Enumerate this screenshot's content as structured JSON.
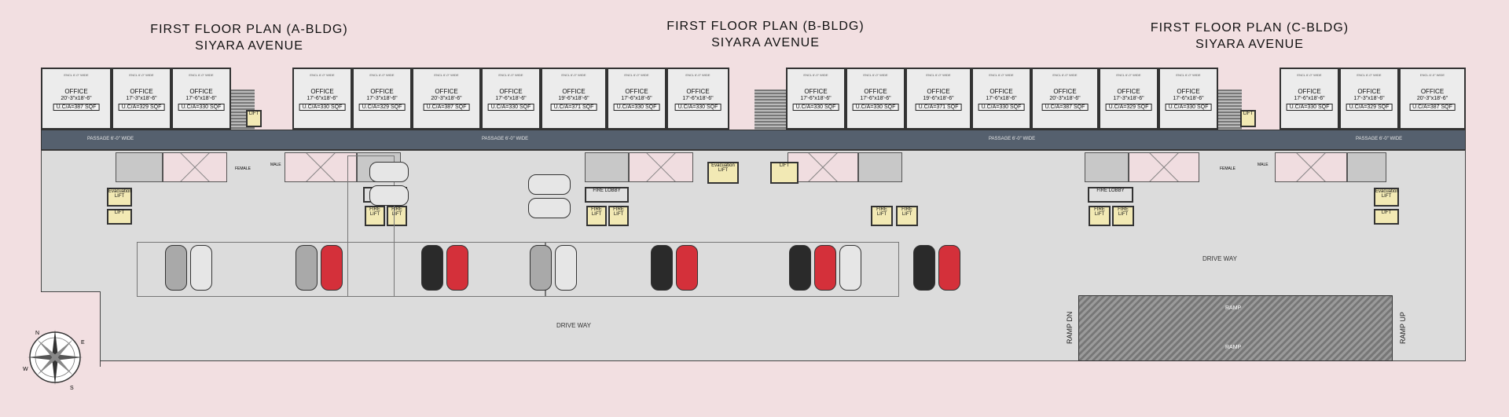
{
  "titles": [
    {
      "line1": "FIRST  FLOOR  PLAN  (A-BLDG)",
      "line2": "SIYARA AVENUE"
    },
    {
      "line1": "FIRST  FLOOR  PLAN  (B-BLDG)",
      "line2": "SIYARA AVENUE"
    },
    {
      "line1": "FIRST  FLOOR  PLAN  (C-BLDG)",
      "line2": "SIYARA AVENUE"
    }
  ],
  "offices": [
    {
      "dim": "ENCL 6'-0\" WIDE",
      "name": "OFFICE",
      "size": "20'-3\"x18'-6\"",
      "area": "U.C/A=387 SQF"
    },
    {
      "dim": "ENCL 6'-0\" WIDE",
      "name": "OFFICE",
      "size": "17'-3\"x18'-6\"",
      "area": "U.C/A=329 SQF"
    },
    {
      "dim": "ENCL 6'-0\" WIDE",
      "name": "OFFICE",
      "size": "17'-6\"x18'-6\"",
      "area": "U.C/A=330 SQF"
    },
    {
      "dim": "ENCL 6'-0\" WIDE",
      "name": "OFFICE",
      "size": "17'-6\"x18'-6\"",
      "area": "U.C/A=330 SQF"
    },
    {
      "dim": "ENCL 6'-0\" WIDE",
      "name": "OFFICE",
      "size": "17'-3\"x18'-6\"",
      "area": "U.C/A=329 SQF"
    },
    {
      "dim": "ENCL 6'-0\" WIDE",
      "name": "OFFICE",
      "size": "20'-3\"x18'-6\"",
      "area": "U.C/A=387 SQF"
    },
    {
      "dim": "ENCL 6'-0\" WIDE",
      "name": "OFFICE",
      "size": "17'-6\"x18'-6\"",
      "area": "U.C/A=330 SQF"
    },
    {
      "dim": "ENCL 6'-0\" WIDE",
      "name": "OFFICE",
      "size": "19'-6\"x18'-6\"",
      "area": "U.C/A=371 SQF"
    },
    {
      "dim": "ENCL 6'-0\" WIDE",
      "name": "OFFICE",
      "size": "17'-6\"x18'-6\"",
      "area": "U.C/A=330 SQF"
    },
    {
      "dim": "ENCL 6'-0\" WIDE",
      "name": "OFFICE",
      "size": "17'-6\"x18'-6\"",
      "area": "U.C/A=330 SQF"
    },
    {
      "dim": "ENCL 6'-0\" WIDE",
      "name": "OFFICE",
      "size": "17'-6\"x18'-6\"",
      "area": "U.C/A=330 SQF"
    },
    {
      "dim": "ENCL 6'-0\" WIDE",
      "name": "OFFICE",
      "size": "17'-6\"x18'-6\"",
      "area": "U.C/A=330 SQF"
    },
    {
      "dim": "ENCL 6'-0\" WIDE",
      "name": "OFFICE",
      "size": "19'-6\"x18'-6\"",
      "area": "U.C/A=371 SQF"
    },
    {
      "dim": "ENCL 6'-0\" WIDE",
      "name": "OFFICE",
      "size": "17'-6\"x18'-6\"",
      "area": "U.C/A=330 SQF"
    },
    {
      "dim": "ENCL 6'-0\" WIDE",
      "name": "OFFICE",
      "size": "20'-3\"x18'-6\"",
      "area": "U.C/A=387 SQF"
    },
    {
      "dim": "ENCL 6'-0\" WIDE",
      "name": "OFFICE",
      "size": "17'-3\"x18'-6\"",
      "area": "U.C/A=329 SQF"
    },
    {
      "dim": "ENCL 6'-0\" WIDE",
      "name": "OFFICE",
      "size": "17'-6\"x18'-6\"",
      "area": "U.C/A=330 SQF"
    },
    {
      "dim": "ENCL 6'-0\" WIDE",
      "name": "OFFICE",
      "size": "17'-6\"x18'-6\"",
      "area": "U.C/A=330 SQF"
    },
    {
      "dim": "ENCL 6'-0\" WIDE",
      "name": "OFFICE",
      "size": "17'-3\"x18'-6\"",
      "area": "U.C/A=329 SQF"
    },
    {
      "dim": "ENCL 6'-0\" WIDE",
      "name": "OFFICE",
      "size": "20'-3\"x18'-6\"",
      "area": "U.C/A=387 SQF"
    }
  ],
  "passage": "PASSAGE 6'-0\" WIDE",
  "labels": {
    "lift": "LIFT",
    "evac_lift": "Evacuation LIFT",
    "fire_lobby": "FIRE LOBBY",
    "fire_lift": "FIRE LIFT",
    "female": "FEMALE",
    "male": "MALE",
    "drive_way": "DRIVE WAY",
    "ramp": "RAMP",
    "ramp_dn": "RAMP DN",
    "ramp_up": "RAMP UP"
  },
  "compass": {
    "n": "N",
    "s": "S",
    "e": "E",
    "w": "W"
  }
}
